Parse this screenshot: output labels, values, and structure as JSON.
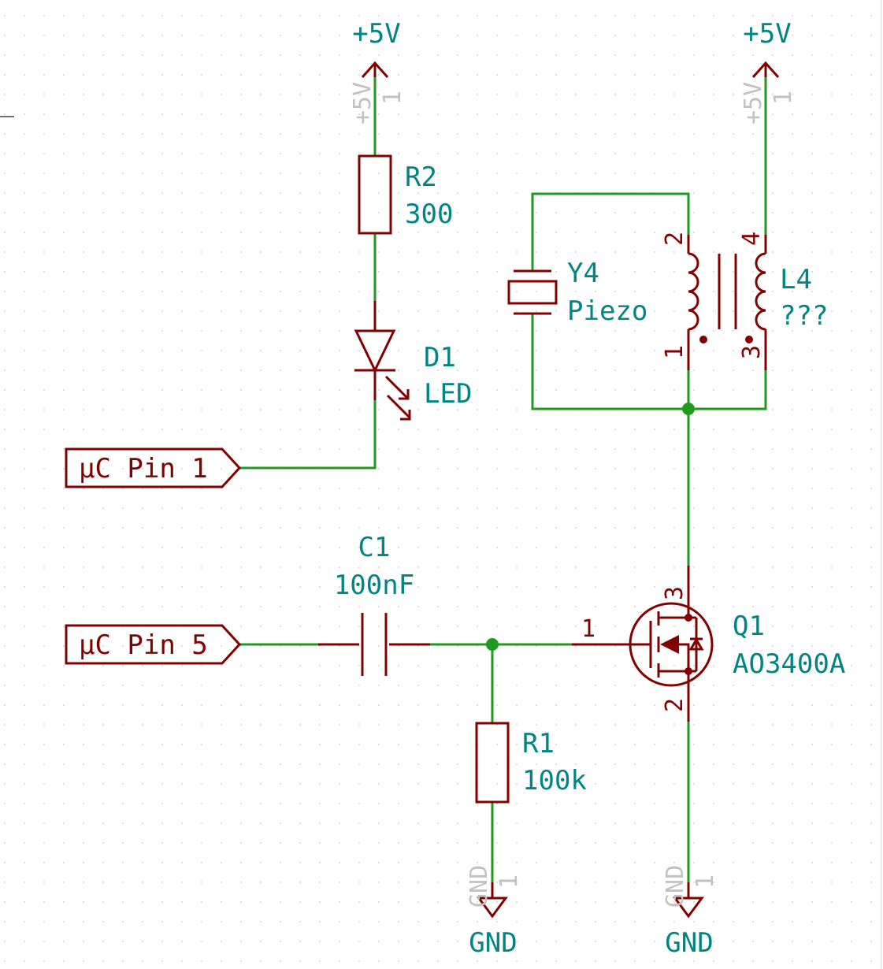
{
  "colors": {
    "wire": "#1e9a1e",
    "component": "#840000",
    "reference_text": "#008484",
    "hidden_text": "#c2c2c2",
    "background": "#ffffff"
  },
  "power_symbols": [
    {
      "name": "+5V",
      "hidden_value": "+5V",
      "pin": "1"
    },
    {
      "name": "+5V",
      "hidden_value": "+5V",
      "pin": "1"
    },
    {
      "name": "GND",
      "hidden_value": "GND",
      "pin": "1"
    },
    {
      "name": "GND",
      "hidden_value": "GND",
      "pin": "1"
    }
  ],
  "components": {
    "r2": {
      "ref": "R2",
      "value": "300"
    },
    "d1": {
      "ref": "D1",
      "value": "LED"
    },
    "y4": {
      "ref": "Y4",
      "value": "Piezo"
    },
    "l4": {
      "ref": "L4",
      "value": "???",
      "pins": [
        "2",
        "1",
        "4",
        "3"
      ]
    },
    "c1": {
      "ref": "C1",
      "value": "100nF"
    },
    "r1": {
      "ref": "R1",
      "value": "100k"
    },
    "q1": {
      "ref": "Q1",
      "value": "AO3400A",
      "pins": [
        "1",
        "3",
        "2"
      ]
    }
  },
  "labels": {
    "uc_pin1": "µC Pin 1",
    "uc_pin5": "µC Pin 5"
  }
}
